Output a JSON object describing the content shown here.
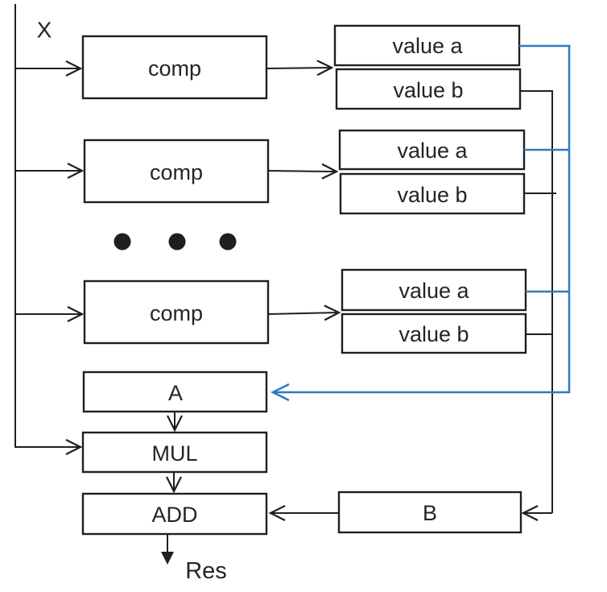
{
  "diagram": {
    "input_label": "X",
    "result_label": "Res",
    "rows": [
      {
        "comp": "comp",
        "value_a": "value a",
        "value_b": "value b"
      },
      {
        "comp": "comp",
        "value_a": "value a",
        "value_b": "value b"
      },
      {
        "comp": "comp",
        "value_a": "value a",
        "value_b": "value b"
      }
    ],
    "ellipsis_dot_count": 3,
    "a_register_label": "A",
    "b_register_label": "B",
    "mul_label": "MUL",
    "add_label": "ADD",
    "colors": {
      "ink": "#1f1f1f",
      "accent_blue": "#2d7cc4"
    }
  }
}
